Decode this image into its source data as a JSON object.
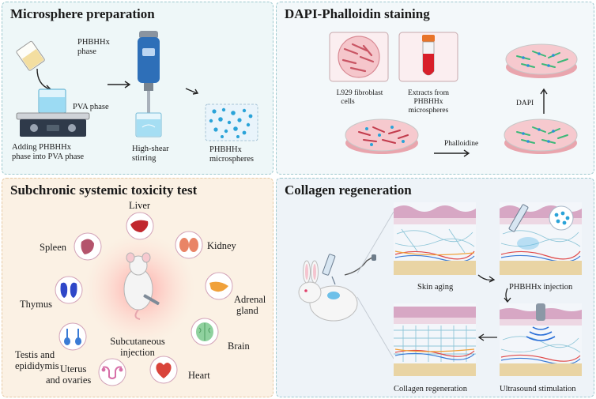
{
  "panels": {
    "microsphere": {
      "title": "Microsphere preparation",
      "labels": {
        "phbhhx_phase_1": "PHBHHx",
        "phbhhx_phase_2": "phase",
        "pva_phase": "PVA phase",
        "adding_1": "Adding PHBHHx",
        "adding_2": "phase into PVA phase",
        "shear_1": "High-shear",
        "shear_2": "stirring",
        "micro_1": "PHBHHx",
        "micro_2": "microspheres"
      }
    },
    "dapi": {
      "title": "DAPI-Phalloidin staining",
      "labels": {
        "l929_1": "L929  fibroblast",
        "l929_2": "cells",
        "extracts_1": "Extracts  from",
        "extracts_2": "PHBHHx",
        "extracts_3": "microspheres",
        "phalloidine": "Phalloidine",
        "dapi": "DAPI"
      }
    },
    "toxicity": {
      "title": "Subchronic systemic toxicity test",
      "organs": {
        "liver": "Liver",
        "kidney": "Kidney",
        "adrenal_1": "Adrenal",
        "adrenal_2": "gland",
        "brain": "Brain",
        "heart": "Heart",
        "uterus_1": "Uterus",
        "uterus_2": "and ovaries",
        "testis_1": "Testis and",
        "testis_2": "epididymis",
        "thymus": "Thymus",
        "spleen": "Spleen"
      },
      "center_1": "Subcutaneous",
      "center_2": "injection"
    },
    "collagen": {
      "title": "Collagen regeneration",
      "labels": {
        "skin_aging": "Skin aging",
        "injection": "PHBHHx injection",
        "regeneration": "Collagen regeneration",
        "ultrasound": "Ultrasound stimulation"
      }
    }
  },
  "colors": {
    "panel1_bg": "#eef7f8",
    "panel3_bg": "#fbf1e4",
    "dish_pink": "#f2b8be",
    "cell_green": "#3cb878",
    "microsphere_blue": "#2aa3d8",
    "tissue_pink": "#e8b4c8"
  },
  "icons": [
    "beaker-icon",
    "hotplate-icon",
    "homogenizer-icon",
    "test-tube-icon",
    "petri-dish-icon",
    "rat-icon",
    "rabbit-icon",
    "syringe-icon",
    "ultrasound-probe-icon",
    "liver-icon",
    "kidney-icon",
    "adrenal-icon",
    "brain-icon",
    "heart-icon",
    "uterus-icon",
    "testis-icon",
    "thymus-icon",
    "spleen-icon"
  ]
}
